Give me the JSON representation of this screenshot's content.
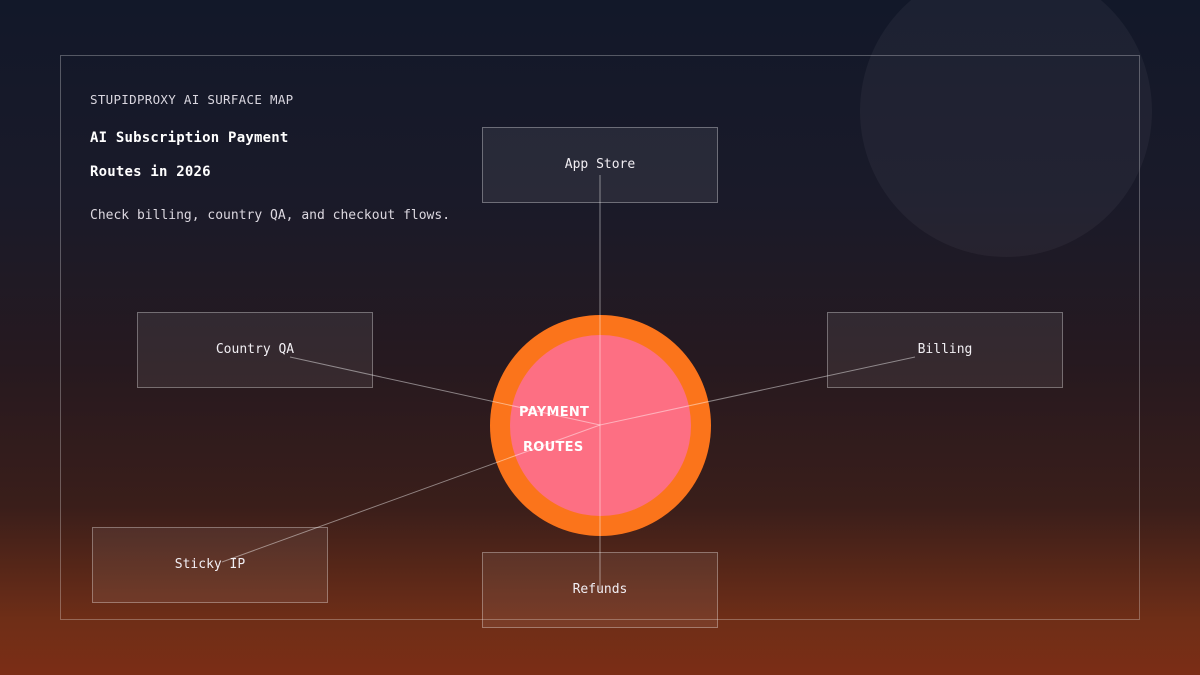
{
  "header": {
    "kicker": "STUPIDPROXY AI SURFACE MAP",
    "title_line1": "AI Subscription Payment",
    "title_line2": "Routes in 2026",
    "subtitle": "Check billing, country QA, and checkout flows."
  },
  "hub": {
    "line1": "PAYMENT",
    "line2": "ROUTES"
  },
  "nodes": {
    "app_store": "App Store",
    "country_qa": "Country QA",
    "billing": "Billing",
    "sticky_ip": "Sticky IP",
    "refunds": "Refunds"
  },
  "colors": {
    "hub_outer": "#fb741b",
    "hub_inner": "#fd6f83"
  }
}
